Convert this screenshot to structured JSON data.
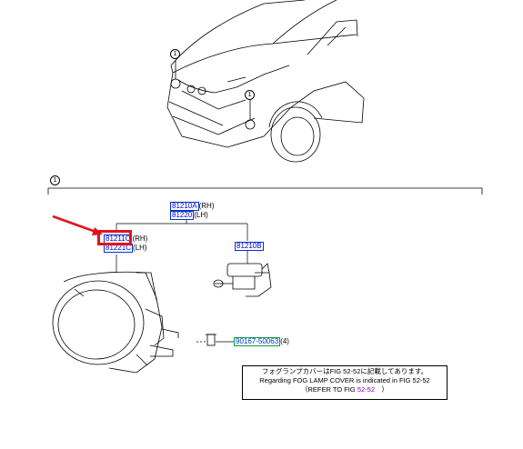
{
  "callouts": {
    "vehicle_left": "1",
    "vehicle_right": "1",
    "section": "1"
  },
  "parts": {
    "assy_rh": {
      "code": "81210A",
      "suffix": "(RH)"
    },
    "assy_lh": {
      "code": "81220",
      "suffix": "(LH)"
    },
    "unit_rh": {
      "code": "81211C",
      "suffix": "(RH)"
    },
    "unit_lh": {
      "code": "81221C",
      "suffix": "(LH)"
    },
    "bulb": {
      "code": "81210B",
      "suffix": ""
    },
    "screw": {
      "code": "90167-50063",
      "suffix": "(4)"
    }
  },
  "note": {
    "line1": "フォグランプカバーはFIG 52-52に記載してあります。",
    "line2": "Regarding FOG LAMP COVER is indicated in FIG 52-52",
    "line3_prefix": "（REFER TO FIG ",
    "line3_ref": "52-52",
    "line3_suffix": "　）"
  },
  "colors": {
    "part_border": "#0033cc",
    "part_text": "#0000cc",
    "highlight": "#e0141e",
    "link": "#7a00b3"
  }
}
